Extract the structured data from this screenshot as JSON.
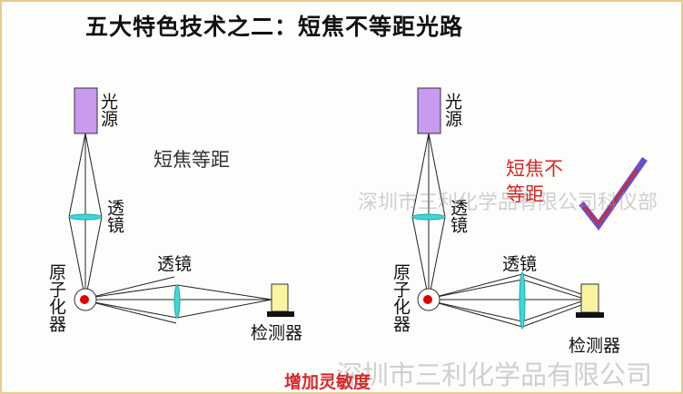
{
  "title": "五大特色技术之二：短焦不等距光路",
  "left_diagram": {
    "caption": "短焦等距",
    "light_source": "光源",
    "lens_vertical": "透镜",
    "lens_horizontal": "透镜",
    "atomizer": "原子化器",
    "detector": "检测器"
  },
  "right_diagram": {
    "caption_line1": "短焦不",
    "caption_line2": "等距",
    "light_source": "光源",
    "lens_vertical": "透镜",
    "lens_horizontal": "透镜",
    "atomizer": "原子化器",
    "detector": "检测器",
    "checkmark_icon": "checkmark-icon"
  },
  "footer_note": "增加灵敏度",
  "watermarks": [
    "深圳市三利化学品有限公司科仪部",
    "深圳市三利化学品有限公司"
  ],
  "colors": {
    "light_source": "#c89af0",
    "lens": "#3fd6d8",
    "atomizer": "#e00000",
    "detector": "#f8f4a0",
    "accent_red": "#d42a2a",
    "check_purple": "#6a4fc8"
  }
}
